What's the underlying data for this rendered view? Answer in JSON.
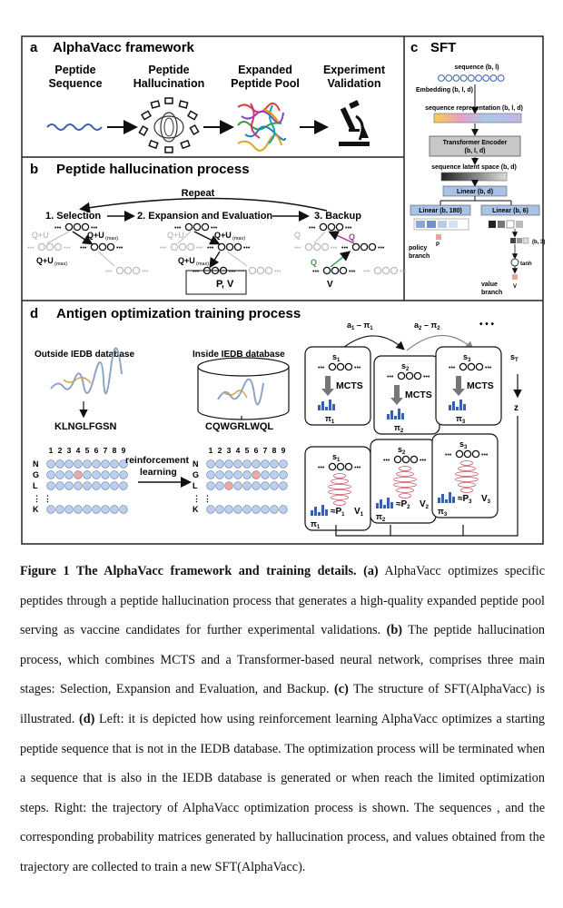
{
  "figure": {
    "panel_a": {
      "letter": "a",
      "title": "AlphaVacc framework",
      "steps": [
        {
          "line1": "Peptide",
          "line2": "Sequence"
        },
        {
          "line1": "Peptide",
          "line2": "Hallucination"
        },
        {
          "line1": "Expanded",
          "line2": "Peptide Pool"
        },
        {
          "line1": "Experiment",
          "line2": "Validation"
        }
      ]
    },
    "panel_b": {
      "letter": "b",
      "title": "Peptide hallucination process",
      "repeat": "Repeat",
      "stages": [
        "1. Selection",
        "2. Expansion and Evaluation",
        "3. Backup"
      ],
      "labels": {
        "qu": "Q+U",
        "qu_max": "Q+U",
        "max_sub": "(max)",
        "pv": "P, V",
        "v": "V",
        "q": "Q"
      }
    },
    "panel_c": {
      "letter": "c",
      "title": "SFT",
      "sequence": "sequence (b, l)",
      "embedding": "Embedding (b, l, d)",
      "seq_rep": "sequence representation (b, l, d)",
      "encoder_line1": "Transformer Encoder",
      "encoder_line2": "(b, l, d)",
      "latent": "sequence latent space (b, d)",
      "linear": "Linear (b, d)",
      "linear_policy": "Linear (b, 180)",
      "linear_value": "Linear (b, 6)",
      "p": "P",
      "b3": "(b, 3)",
      "tanh": "tanh",
      "policy_line1": "policy",
      "policy_line2": "branch",
      "value_line1": "value",
      "value_line2": "branch",
      "v": "V"
    },
    "panel_d": {
      "letter": "d",
      "title": "Antigen optimization training process",
      "outside": "Outside IEDB database",
      "inside": "Inside IEDB database",
      "seq_start": "KLNGLFGSN",
      "seq_end": "CQWGRLWQL",
      "rl_line1": "reinforcement",
      "rl_line2": "learning",
      "grid_cols": [
        "1",
        "2",
        "3",
        "4",
        "5",
        "6",
        "7",
        "8",
        "9"
      ],
      "grid_rows": [
        "N",
        "G",
        "L",
        "K"
      ],
      "a1": "a",
      "a1_sub": "1",
      "pi": "π",
      "a2_sub": "2",
      "dots": "• • •",
      "mcts": "MCTS",
      "s": "s",
      "sT_sub": "T",
      "z": "z",
      "p": "P",
      "v": "V",
      "approx": "≈"
    }
  },
  "caption": {
    "fig_label": "Figure 1 The AlphaVacc framework and training details.",
    "a_label": "(a)",
    "a_text": "AlphaVacc optimizes specific peptides through a peptide hallucination process that generates a high-quality expanded peptide pool serving as vaccine candidates for further experimental validations.",
    "b_label": "(b)",
    "b_text": "The peptide hallucination process, which combines MCTS and a Transformer-based neural network, comprises three main stages: Selection, Expansion and Evaluation, and Backup.",
    "c_label": "(c)",
    "c_text": "The structure of SFT(AlphaVacc) is illustrated.",
    "d_label": "(d)",
    "d_text": "Left: it is depicted how using reinforcement learning AlphaVacc optimizes a starting peptide sequence that is not in the IEDB database. The optimization process will be terminated when a sequence that is also in the IEDB database is generated or when reach the limited optimization steps. Right: the trajectory of AlphaVacc optimization process is shown. The sequences   , and the corresponding probability matrices        generated by hallucination process, and     values obtained from the trajectory are collected to train a new SFT(AlphaVacc)."
  }
}
